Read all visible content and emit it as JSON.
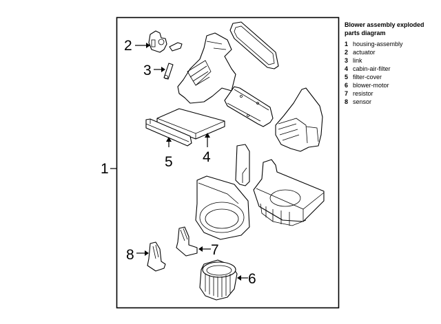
{
  "diagram": {
    "title": "Blower assembly exploded parts diagram",
    "colors": {
      "line": "#000000",
      "background": "#ffffff",
      "frame": "#000000"
    },
    "callouts": [
      {
        "number": "1",
        "part": "housing-assembly"
      },
      {
        "number": "2",
        "part": "actuator"
      },
      {
        "number": "3",
        "part": "link"
      },
      {
        "number": "4",
        "part": "cabin-air-filter"
      },
      {
        "number": "5",
        "part": "filter-cover"
      },
      {
        "number": "6",
        "part": "blower-motor"
      },
      {
        "number": "7",
        "part": "resistor"
      },
      {
        "number": "8",
        "part": "sensor"
      }
    ]
  }
}
